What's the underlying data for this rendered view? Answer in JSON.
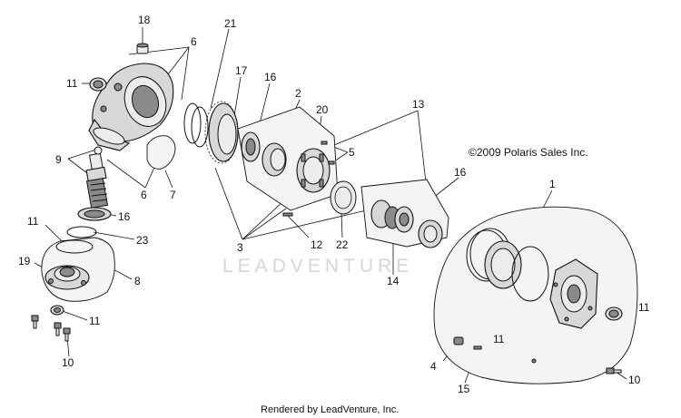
{
  "copyright": "©2009 Polaris Sales Inc.",
  "watermark": "LEADVENTURE",
  "credit": "Rendered by LeadVenture, Inc.",
  "callouts": [
    {
      "id": "c18",
      "label": "18"
    },
    {
      "id": "c6a",
      "label": "6"
    },
    {
      "id": "c21",
      "label": "21"
    },
    {
      "id": "c17",
      "label": "17"
    },
    {
      "id": "c16a",
      "label": "16"
    },
    {
      "id": "c2",
      "label": "2"
    },
    {
      "id": "c20",
      "label": "20"
    },
    {
      "id": "c13",
      "label": "13"
    },
    {
      "id": "c11a",
      "label": "11"
    },
    {
      "id": "c5",
      "label": "5"
    },
    {
      "id": "c9",
      "label": "9"
    },
    {
      "id": "c6b",
      "label": "6"
    },
    {
      "id": "c7",
      "label": "7"
    },
    {
      "id": "c16b",
      "label": "16"
    },
    {
      "id": "c1",
      "label": "1"
    },
    {
      "id": "c16c",
      "label": "16"
    },
    {
      "id": "c11b",
      "label": "11"
    },
    {
      "id": "c23",
      "label": "23"
    },
    {
      "id": "c3",
      "label": "3"
    },
    {
      "id": "c12",
      "label": "12"
    },
    {
      "id": "c22",
      "label": "22"
    },
    {
      "id": "c14",
      "label": "14"
    },
    {
      "id": "c19",
      "label": "19"
    },
    {
      "id": "c8",
      "label": "8"
    },
    {
      "id": "c11c",
      "label": "11"
    },
    {
      "id": "c11d",
      "label": "11"
    },
    {
      "id": "c11e",
      "label": "11"
    },
    {
      "id": "c10a",
      "label": "10"
    },
    {
      "id": "c4",
      "label": "4"
    },
    {
      "id": "c15",
      "label": "15"
    },
    {
      "id": "c10b",
      "label": "10"
    }
  ]
}
